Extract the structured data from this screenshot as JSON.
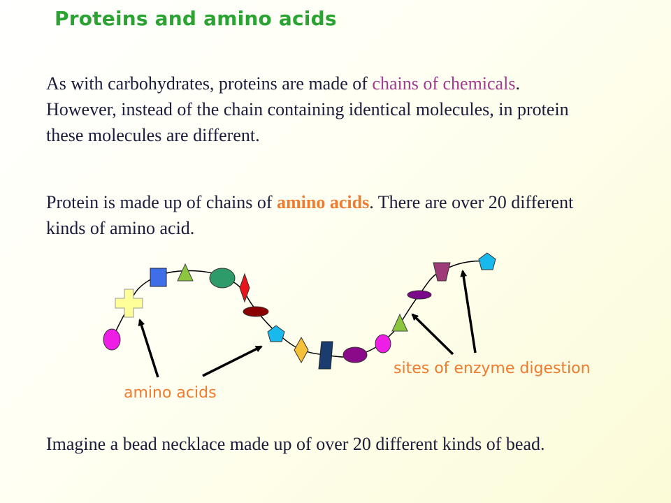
{
  "title": "Proteins and amino acids",
  "para1": {
    "before": "As with carbohydrates, proteins are made of ",
    "highlight": "chains of chemicals",
    "after": ". However, instead of the chain containing identical molecules, in protein these molecules are different."
  },
  "para2": {
    "before": "Protein is made up of chains of ",
    "highlight": "amino acids",
    "after": ". There are over 20 different kinds of amino acid."
  },
  "para3": "Imagine a bead necklace made up of over 20 different kinds of bead.",
  "labels": {
    "amino_acids": "amino acids",
    "sites": "sites of enzyme digestion"
  },
  "colors": {
    "title": "#2aa332",
    "highlight_purple": "#a23a8f",
    "highlight_orange": "#f07b2e",
    "label": "#f07b2e"
  }
}
